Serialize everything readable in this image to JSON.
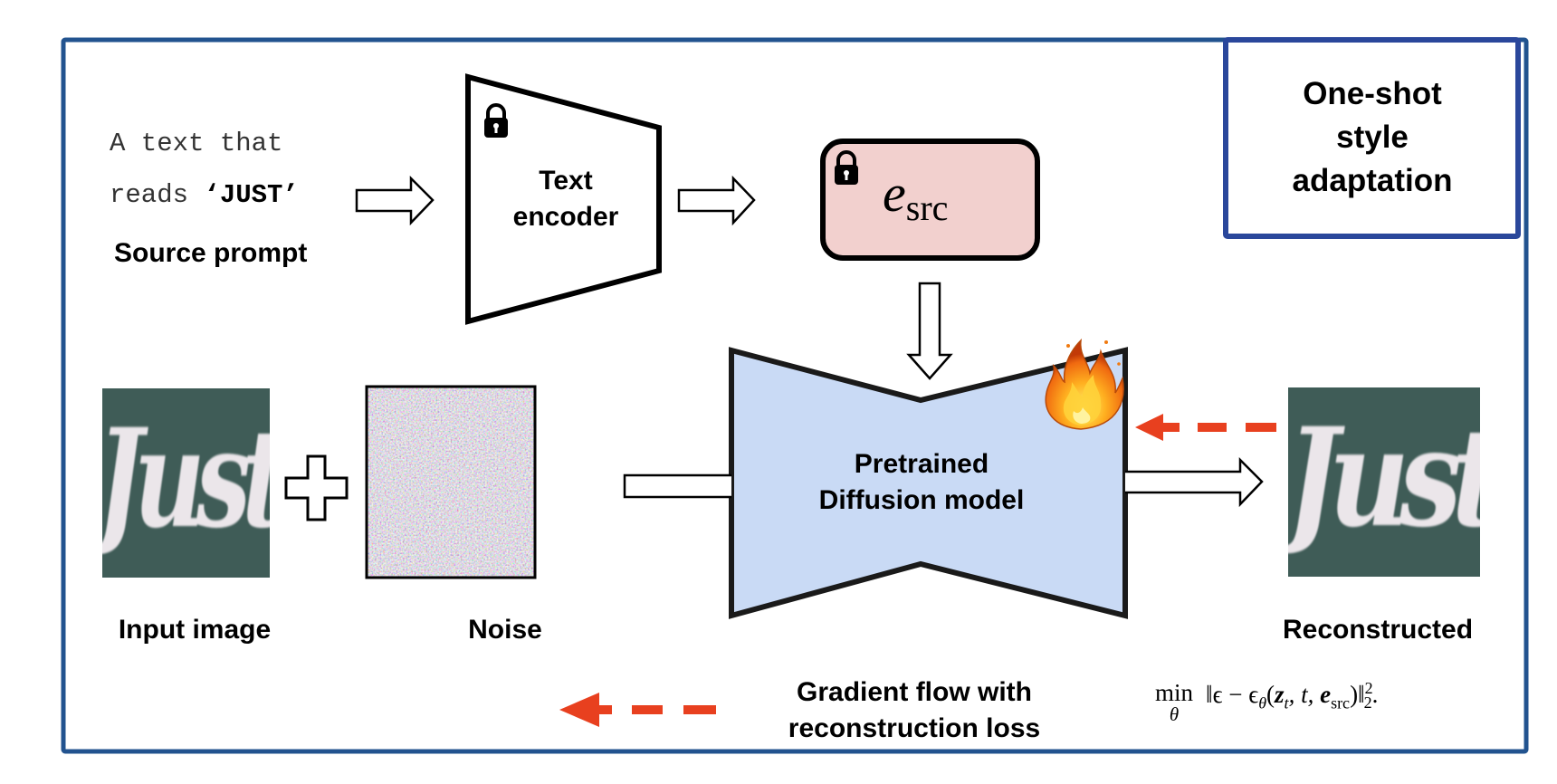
{
  "figure": {
    "title_box": "One-shot style adaptation",
    "title_box_lines": [
      "One-shot",
      "style",
      "adaptation"
    ],
    "frame_color": "#22538f",
    "title_box_color": "#2a479b"
  },
  "source_prompt": {
    "line1": "A text that",
    "line2_prefix": "reads ",
    "line2_quoted": "‘JUST’",
    "label": "Source prompt"
  },
  "text_encoder": {
    "label_lines": [
      "Text",
      "encoder"
    ],
    "locked": true,
    "lock_icon": "lock-icon"
  },
  "embedding": {
    "symbol": "e",
    "subscript": "src",
    "locked": true,
    "fill_color": "#f2d0ce"
  },
  "diffusion_model": {
    "label_lines": [
      "Pretrained",
      "Diffusion model"
    ],
    "fill_color": "#c9daf5",
    "trainable_icon": "fire-icon"
  },
  "images": {
    "input": {
      "word": "Just",
      "label": "Input image",
      "bg_color": "#3f5c57",
      "text_color": "#ebe6ea"
    },
    "noise": {
      "label": "Noise"
    },
    "reconstructed": {
      "word": "Just",
      "label": "Reconstructed",
      "bg_color": "#3f5c57",
      "text_color": "#ebe6ea"
    }
  },
  "plus_symbol": "plus-icon",
  "legend": {
    "gradient_lines": [
      "Gradient flow with",
      "reconstruction loss"
    ],
    "arrow_color": "#e8401f"
  },
  "loss_formula": {
    "operator": "min",
    "operator_sub": "θ",
    "body_prefix": "‖ϵ − ϵ",
    "eps_sub": "θ",
    "args_open": "(",
    "z": "z",
    "z_sub": "t",
    "t": ", t, ",
    "e": "e",
    "e_sub": "src",
    "close": ")‖",
    "norm_sub": "2",
    "norm_sup": "2",
    "end": "."
  }
}
